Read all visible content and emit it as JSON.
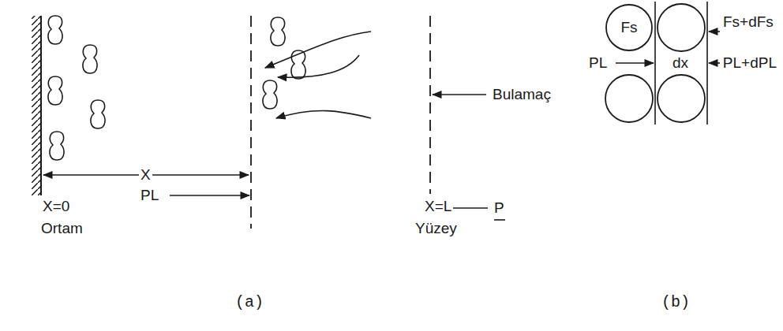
{
  "diagram": {
    "nodes": [
      {
        "text": [
          "Fs"
        ]
      }
    ],
    "labels": [
      "X=0",
      "Ortam",
      "X",
      "PL",
      "X=L",
      "Yüzey",
      "Bulamaç",
      "P",
      "(a)",
      "Fs+dFs",
      "PL",
      "dx",
      "PL+dPL",
      "(b)"
    ]
  }
}
